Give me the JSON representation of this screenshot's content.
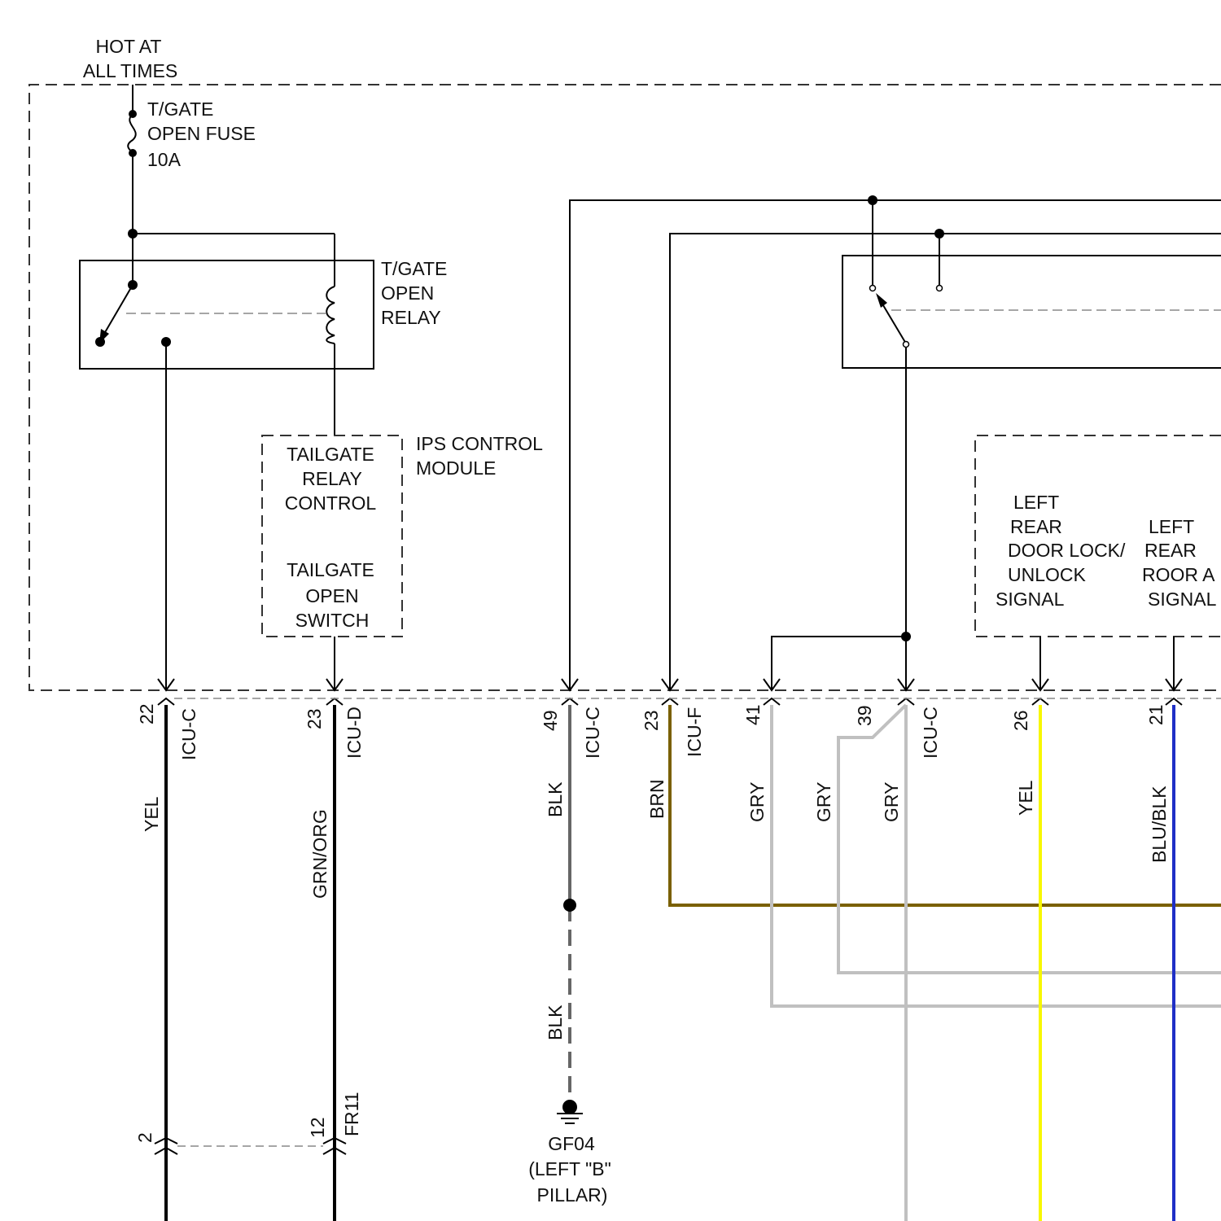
{
  "colors": {
    "background": "#ffffff",
    "line": "#000000",
    "dash": "#333333",
    "relay_dash": "#888888",
    "YEL": "#000000",
    "GRN/ORG": "#000000",
    "BLK": "#666666",
    "BRN": "#7a6000",
    "GRY": "#c0c0c0",
    "YEL_BRIGHT": "#f7f700",
    "BLU/BLK": "#1f2fc6"
  },
  "labels": {
    "hot_at": "HOT AT",
    "all_times": "ALL TIMES",
    "fuse": [
      "T/GATE",
      "OPEN FUSE",
      "10A"
    ],
    "relay": [
      "T/GATE",
      "OPEN",
      "RELAY"
    ],
    "tailgate_relay_control": [
      "TAILGATE",
      "RELAY",
      "CONTROL"
    ],
    "tailgate_open_switch": [
      "TAILGATE",
      "OPEN",
      "SWITCH"
    ],
    "ips_module": [
      "IPS CONTROL",
      "MODULE"
    ],
    "left_rear_lock": [
      "LEFT",
      "REAR",
      "DOOR LOCK/",
      "UNLOCK",
      "SIGNAL"
    ],
    "left_rear_ajar": [
      "LEFT",
      "REAR",
      "ROOR A",
      "SIGNAL"
    ],
    "ground": [
      "GF04",
      "(LEFT \"B\"",
      "PILLAR)"
    ]
  },
  "connectors": {
    "icu_c": "ICU-C",
    "icu_d": "ICU-D",
    "icu_f": "ICU-F",
    "fr11": "FR11"
  },
  "pins": {
    "p22": "22",
    "p23a": "23",
    "p49": "49",
    "p23b": "23",
    "p41": "41",
    "p39": "39",
    "p26": "26",
    "p21": "21",
    "p2": "2",
    "p12": "12"
  },
  "wires": {
    "w1": "YEL",
    "w2": "GRN/ORG",
    "w3": "BLK",
    "w3b": "BLK",
    "w4": "BRN",
    "w5": "GRY",
    "w6": "GRY",
    "w7": "GRY",
    "w8": "YEL",
    "w9": "BLU/BLK"
  }
}
